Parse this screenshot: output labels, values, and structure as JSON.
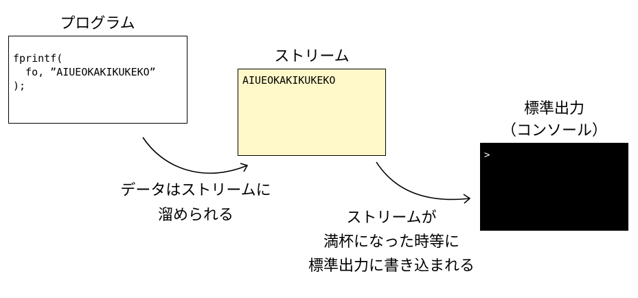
{
  "program": {
    "title": "プログラム",
    "code": [
      "fprintf(",
      "  fo, ”AIUEOKAKIKUKEKO”",
      ");"
    ]
  },
  "stream": {
    "title": "ストリーム",
    "content": "AIUEOKAKIKUKEKO",
    "fill_color": "#fff8c8"
  },
  "console": {
    "title_line1": "標準出力",
    "title_line2": "（コンソール）",
    "prompt": ">",
    "fill_color": "#000000",
    "text_color": "#ffffff"
  },
  "captions": {
    "to_stream": [
      "データはストリームに",
      "溜められる"
    ],
    "to_console": [
      "ストリームが",
      "満杯になった時等に",
      "標準出力に書き込まれる"
    ]
  }
}
